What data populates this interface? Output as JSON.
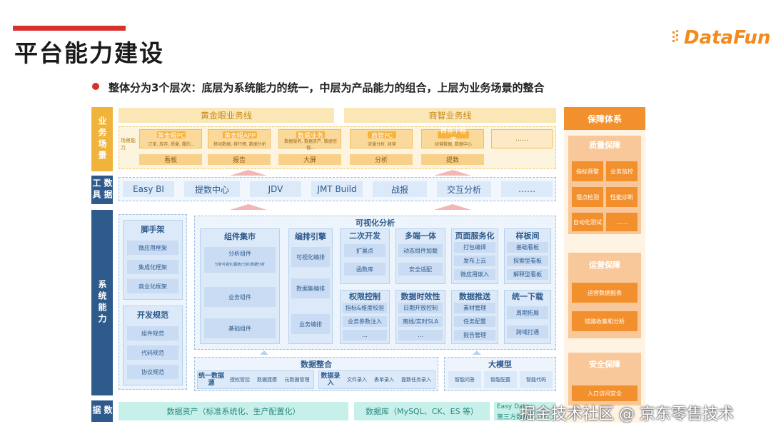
{
  "header": {
    "title": "平台能力建设",
    "logo_text": "DataFun.",
    "bullet": "整体分为3个层次：底层为系统能力的统一，中层为产品能力的组合，上层为业务场景的整合"
  },
  "layers": {
    "business": "业务场景",
    "tools": "数据工具",
    "system": "系统能力",
    "data": "数据"
  },
  "business": {
    "lines": [
      "黄金眼业务线",
      "商智业务线"
    ],
    "area_label": "场景能力",
    "cards": [
      {
        "title": "黄金眼PC",
        "sub": "订单, 库存, 质量, 履约..."
      },
      {
        "title": "黄金眼APP",
        "sub": "移动数据, 排行榜, 数据分析"
      },
      {
        "title": "数据业务",
        "sub": "数据服务, 数据资产, 数据挖掘..."
      },
      {
        "title": "商智PC",
        "sub": "流量分析, 经营"
      },
      {
        "title": "商智小程序",
        "sub": "经营数据, 数据中心"
      },
      {
        "title": "……",
        "sub": ""
      }
    ],
    "tags": [
      "看板",
      "报告",
      "大屏",
      "分析",
      "提数"
    ]
  },
  "tools": [
    "Easy BI",
    "提数中心",
    "JDV",
    "JMT Build",
    "战报",
    "交互分析",
    "……"
  ],
  "system": {
    "left": {
      "g1_title": "脚手架",
      "g1_items": [
        "微应用框架",
        "集成化框架",
        "商业化框架"
      ],
      "g2_title": "开发规范",
      "g2_items": [
        "组件规范",
        "代码规范",
        "协议规范"
      ]
    },
    "visual_title": "可视化分析",
    "component_market": {
      "title": "组件集市",
      "items": [
        {
          "label": "分析组件",
          "sub": "分析可视化/图表/分析/数据分析"
        },
        {
          "label": "业务组件",
          "sub": ""
        },
        {
          "label": "基础组件",
          "sub": ""
        }
      ]
    },
    "orchestration": {
      "title": "编排引擎",
      "items": [
        "可视化编排",
        "数据集编排",
        "业务编排"
      ]
    },
    "secondary_dev": {
      "title": "二次开发",
      "items": [
        "扩展点",
        "函数库"
      ]
    },
    "multi_end": {
      "title": "多端一体",
      "items": [
        "动态组件加载",
        "安全适配"
      ]
    },
    "page_service": {
      "title": "页面服务化",
      "items": [
        "打包编译",
        "发布上云",
        "微应用嵌入"
      ]
    },
    "templates": {
      "title": "样板间",
      "items": [
        "基础看板",
        "探索型看板",
        "解释型看板"
      ]
    },
    "permission": {
      "title": "权限控制",
      "items": [
        "指标&维度校验",
        "业务参数注入",
        "..."
      ]
    },
    "timeliness": {
      "title": "数据时效性",
      "items": [
        "日期开放控制",
        "离线/实时SLA",
        "..."
      ]
    },
    "push": {
      "title": "数据推送",
      "items": [
        "素材管理",
        "任务配置",
        "报告管理"
      ]
    },
    "unified_download": {
      "title": "统一下载",
      "items": [
        "周期拓展",
        "跨域打通"
      ]
    },
    "data_integration": {
      "title": "数据整合",
      "left_label": "统一数据源",
      "left_items": [
        "授权管控",
        "数据建模",
        "元数据管理"
      ],
      "right_label": "数据录入",
      "right_items": [
        "文件录入",
        "表单录入",
        "提数任务录入"
      ]
    },
    "llm": {
      "title": "大模型",
      "items": [
        "智能问答",
        "智能配置",
        "智能代码"
      ]
    }
  },
  "data_row": [
    "数据资产（标准系统化、生产配置化）",
    "数据库（MySQL、CK、ES 等）",
    "Easy Data",
    "第三方数据"
  ],
  "guarantee": {
    "title": "保障体系",
    "quality": {
      "title": "质量保障",
      "items": [
        "指标预警",
        "业务监控",
        "埋点检测",
        "性能诊断",
        "自动化测试",
        "……"
      ]
    },
    "ops": {
      "title": "运营保障",
      "items": [
        "运营数据报表",
        "链路收集和分析"
      ]
    },
    "security": {
      "title": "安全保障",
      "items": [
        "入口访问安全"
      ]
    }
  },
  "watermark": "掘金技术社区 @ 京东零售技术",
  "colors": {
    "accent_red": "#d9312b",
    "system_blue": "#2e5a8c",
    "business_orange": "#f0b43c",
    "guarantee_orange": "#f3902e",
    "data_teal": "#2a8a80"
  }
}
